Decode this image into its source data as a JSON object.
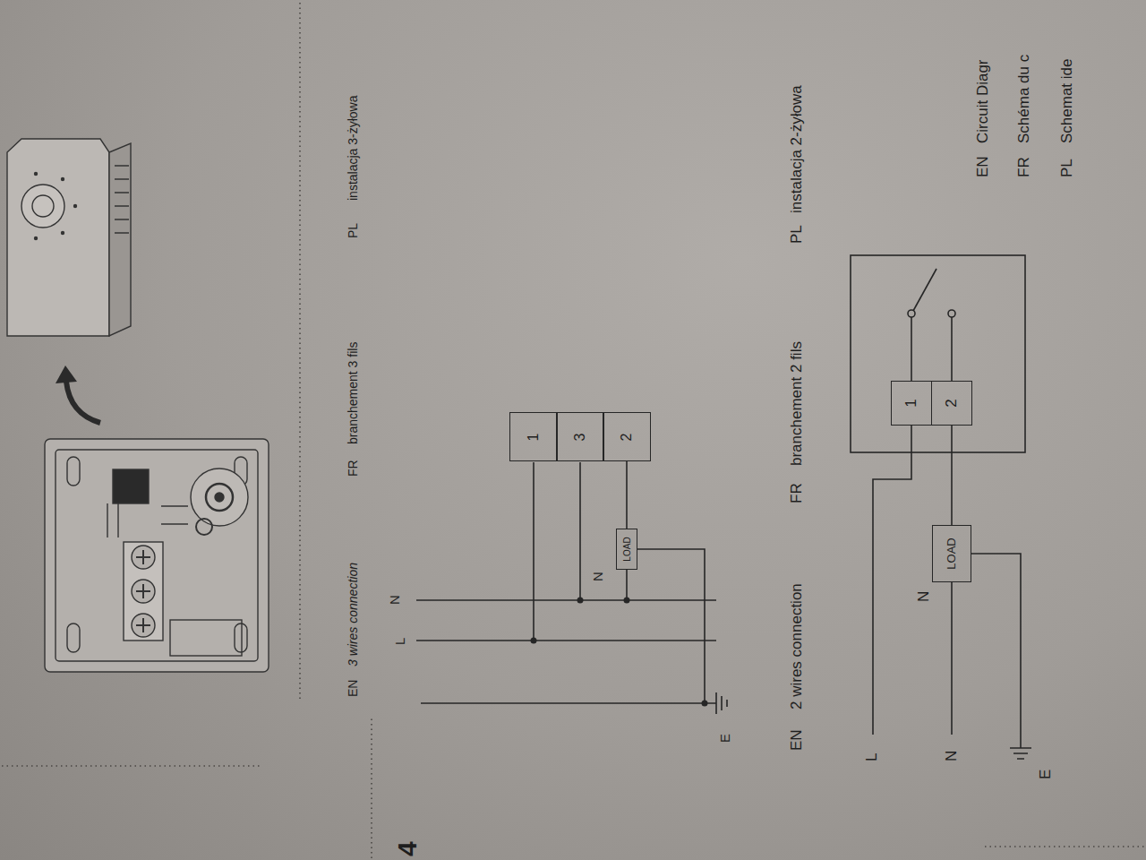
{
  "diagram": {
    "nodes": [
      {
        "text": [
          "1"
        ]
      },
      {
        "text": [
          "3"
        ]
      },
      {
        "text": [
          "2"
        ]
      },
      {
        "text": [
          "LOAD"
        ]
      },
      {
        "text": [
          "1"
        ]
      },
      {
        "text": [
          "2"
        ]
      },
      {
        "text": [
          "LOAD"
        ]
      }
    ],
    "edges": [
      {
        "from": 2,
        "to": 3,
        "arrow": "none"
      },
      {
        "from": 5,
        "to": 6,
        "arrow": "none"
      }
    ],
    "labels": [
      "4",
      "EN",
      "3 wires connection",
      "FR",
      "branchement 3 fils",
      "PL",
      "instalacja 3-żyłowa",
      "L",
      "N",
      "N",
      "E",
      "EN",
      "2 wires connection",
      "FR",
      "branchement 2 fils",
      "PL",
      "instalacja 2-żyłowa",
      "L",
      "N",
      "N",
      "E",
      "EN",
      "Circuit Diagr",
      "FR",
      "Schéma du c",
      "PL",
      "Schemat ide"
    ]
  }
}
